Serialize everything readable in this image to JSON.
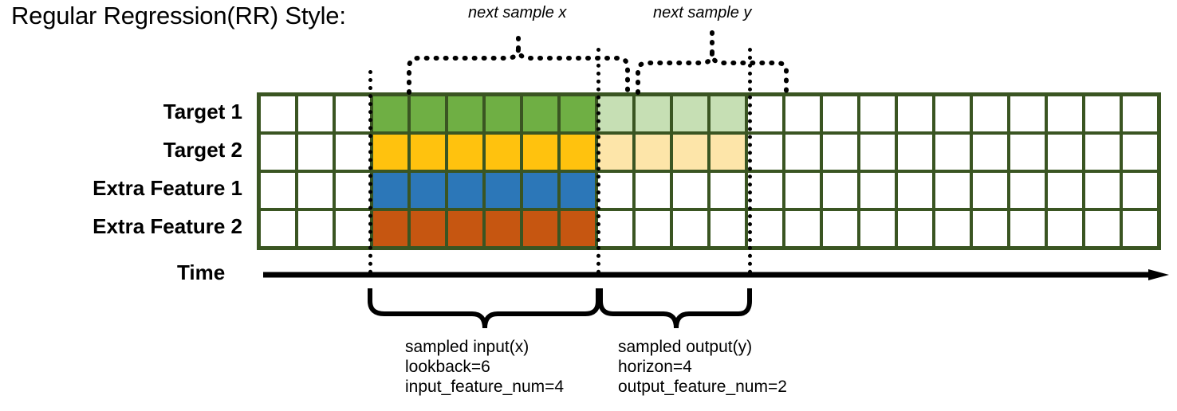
{
  "title": "Regular Regression(RR) Style:",
  "top_annotations": {
    "x": "next sample x",
    "y": "next sample y"
  },
  "rows": [
    {
      "label": "Target 1",
      "color": "#6faf44",
      "light_color": "#c6dfb4"
    },
    {
      "label": "Target 2",
      "color": "#ffc20e",
      "light_color": "#fde5a9"
    },
    {
      "label": "Extra Feature 1",
      "color": "#2c77b8",
      "light_color": null
    },
    {
      "label": "Extra Feature 2",
      "color": "#c65611",
      "light_color": null
    }
  ],
  "grid": {
    "total_columns": 24,
    "lead_blank_columns": 3,
    "input_columns": 6,
    "output_columns": 4,
    "trail_blank_columns": 11,
    "border_color": "#3a5522"
  },
  "time_axis": {
    "label": "Time"
  },
  "captions": {
    "input": {
      "line1": "sampled input(x)",
      "line2": "lookback=6",
      "line3": "input_feature_num=4"
    },
    "output": {
      "line1": "sampled output(y)",
      "line2": "horizon=4",
      "line3": "output_feature_num=2"
    }
  }
}
